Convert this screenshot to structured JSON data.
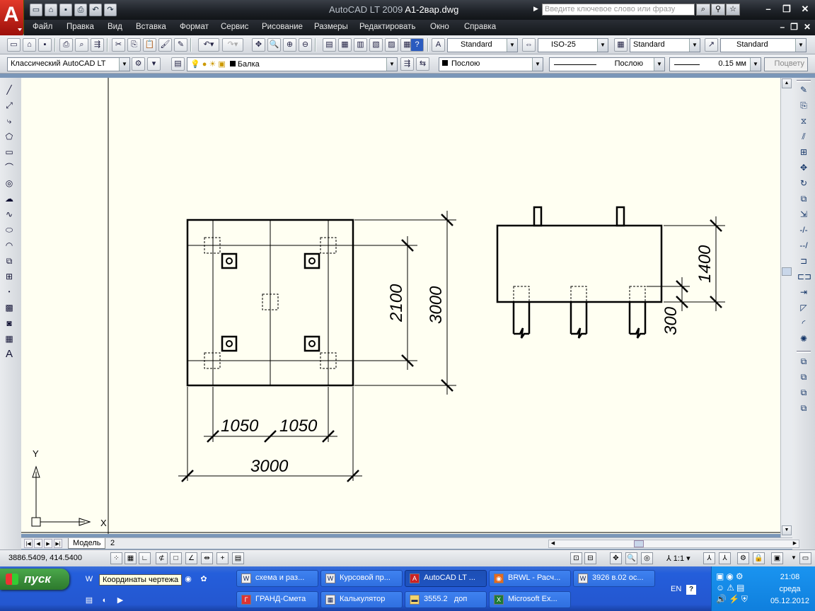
{
  "window": {
    "app_name": "AutoCAD LT 2009",
    "file_name": "A1-2вар.dwg",
    "search_placeholder": "Введите ключевое слово или фразу"
  },
  "menu": [
    "Файл",
    "Правка",
    "Вид",
    "Вставка",
    "Формат",
    "Сервис",
    "Рисование",
    "Размеры",
    "Редактировать",
    "Окно",
    "Справка"
  ],
  "styles_toolbar": {
    "text_style": "Standard",
    "dim_style": "ISO-25",
    "table_style": "Standard",
    "mleader_style": "Standard"
  },
  "layers_toolbar": {
    "workspace": "Классический AutoCAD LT",
    "layer": "Балка",
    "color": "Послою",
    "linetype": "Послою",
    "lineweight": "0.15 мм",
    "plotstyle": "Поцвету"
  },
  "drawing": {
    "plan_dims": {
      "spacing_left": "1050",
      "spacing_right": "1050",
      "overall_width": "3000",
      "inner_height": "2100",
      "overall_height": "3000"
    },
    "side_dims": {
      "height": "1400",
      "pile_offset": "300"
    },
    "ucs": {
      "x_label": "X",
      "y_label": "Y"
    }
  },
  "layout_tabs": [
    "Модель",
    "2"
  ],
  "status": {
    "coordinates": "3886.5409, 414.5400",
    "scale": "1:1",
    "tooltip": "Координаты чертежа"
  },
  "taskbar": {
    "start_label": "пуск",
    "row1": [
      "схема и раз...",
      "Курсовой пр...",
      "AutoCAD LT ...",
      "BRWL - Расч...",
      "3926 в.02 ос..."
    ],
    "row2": [
      "ГРАНД-Смета",
      "Калькулятор",
      "3555.2   доп",
      "Microsoft Ex..."
    ],
    "lang": "EN",
    "time": "21:08",
    "day": "среда",
    "date": "05.12.2012"
  }
}
